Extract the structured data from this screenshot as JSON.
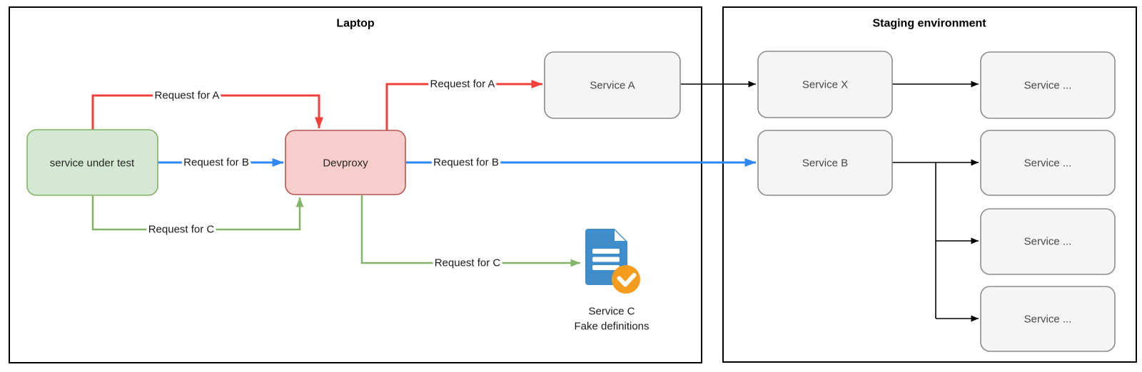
{
  "containers": {
    "laptop": {
      "label": "Laptop"
    },
    "staging": {
      "label": "Staging environment"
    }
  },
  "nodes": {
    "service_under_test": {
      "label": "service under test"
    },
    "devproxy": {
      "label": "Devproxy"
    },
    "service_a": {
      "label": "Service A"
    },
    "service_x": {
      "label": "Service X"
    },
    "service_b": {
      "label": "Service B"
    },
    "service_more_1": {
      "label": "Service ..."
    },
    "service_more_2": {
      "label": "Service ..."
    },
    "service_more_3": {
      "label": "Service ..."
    },
    "service_more_4": {
      "label": "Service ..."
    },
    "service_c_fake": {
      "label": "Service C",
      "sublabel": "Fake definitions",
      "icon": "document-check-icon"
    }
  },
  "edges": {
    "sut_to_devproxy_a": {
      "label": "Request for A"
    },
    "sut_to_devproxy_b": {
      "label": "Request for B"
    },
    "sut_to_devproxy_c": {
      "label": "Request for C"
    },
    "devproxy_to_service_a": {
      "label": "Request for A"
    },
    "devproxy_to_service_b": {
      "label": "Request for B"
    },
    "devproxy_to_fake_c": {
      "label": "Request for C"
    }
  },
  "colors": {
    "flow_red": "#f2413c",
    "flow_blue": "#2e86f7",
    "flow_green": "#82b366",
    "flow_black": "#000000",
    "node_green_fill": "#d5e8d4",
    "node_green_stroke": "#82b366",
    "node_pink_fill": "#f8cecc",
    "node_pink_stroke": "#b85450",
    "node_gray_fill": "#f5f5f5",
    "node_gray_stroke": "#8c8c8c",
    "doc_icon_blue": "#3f8ecb",
    "badge_orange": "#f59b1e",
    "white": "#ffffff"
  }
}
